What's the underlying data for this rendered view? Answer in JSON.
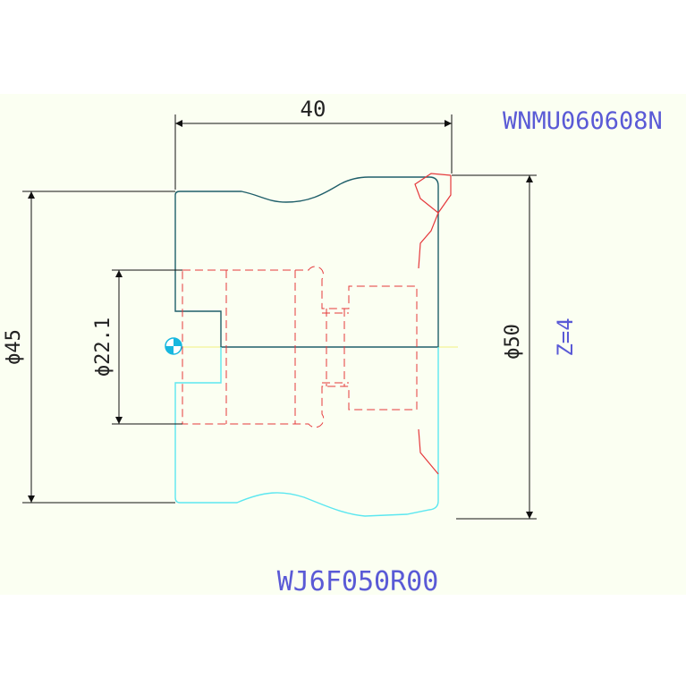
{
  "drawing": {
    "dimensions": {
      "width_label": "40",
      "left_diameter_label": "ϕ45",
      "bore_diameter_label": "ϕ22.1",
      "right_diameter_label": "ϕ50"
    },
    "insert_code": "WNMU060608N",
    "teeth_label": "Z=4",
    "tool_code": "WJ6F050R00",
    "colors": {
      "background": "#fbfff2",
      "outline": "#1f5f6a",
      "mirror": "#5ce7f0",
      "hidden": "#e5383b",
      "dimension": "#111111",
      "annotation": "#5a5ad6",
      "center_line": "#f0f080",
      "center_mark": "#17b7df"
    }
  }
}
